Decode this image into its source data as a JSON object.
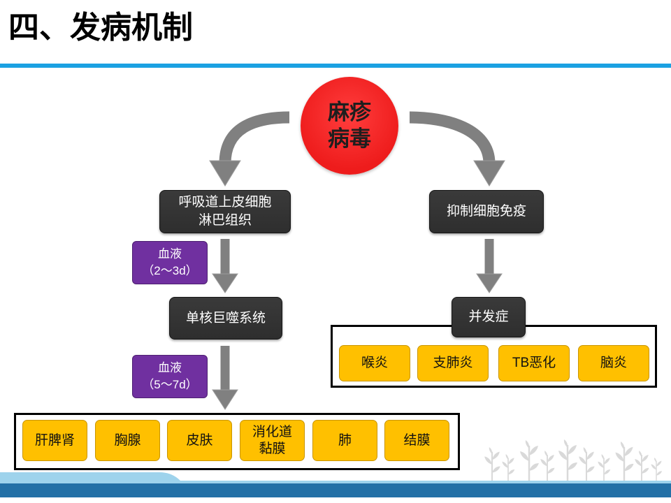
{
  "slide": {
    "title": "四、发病机制"
  },
  "diagram": {
    "virus": {
      "line1": "麻疹",
      "line2": "病毒"
    },
    "left_branch": {
      "tissue": {
        "line1": "呼吸道上皮细胞",
        "line2": "淋巴组织"
      },
      "blood_first": {
        "line1": "血液",
        "line2": "（2～3d）"
      },
      "mononuclear_system": "单核巨噬系统",
      "blood_second": {
        "line1": "血液",
        "line2": "（5～7d）"
      },
      "organs": [
        [
          "肝脾肾"
        ],
        [
          "胸腺"
        ],
        [
          "皮肤"
        ],
        [
          "消化道",
          "黏膜"
        ],
        [
          "肺"
        ],
        [
          "结膜"
        ]
      ]
    },
    "right_branch": {
      "immune_effect": "抑制细胞免疫",
      "complication_label": "并发症",
      "complications": [
        "喉炎",
        "支肺炎",
        "TB恶化",
        "脑炎"
      ]
    }
  },
  "colors": {
    "accent_blue": "#1BA1E2",
    "virus_red": "#EE1C1C",
    "node_dark": "#2E2E2E",
    "blood_purple": "#7030A0",
    "organ_yellow": "#FFC000",
    "arrow_gray": "#808080",
    "footer_blue": "#2370A6",
    "decoration_gray": "#D9D9D9"
  }
}
